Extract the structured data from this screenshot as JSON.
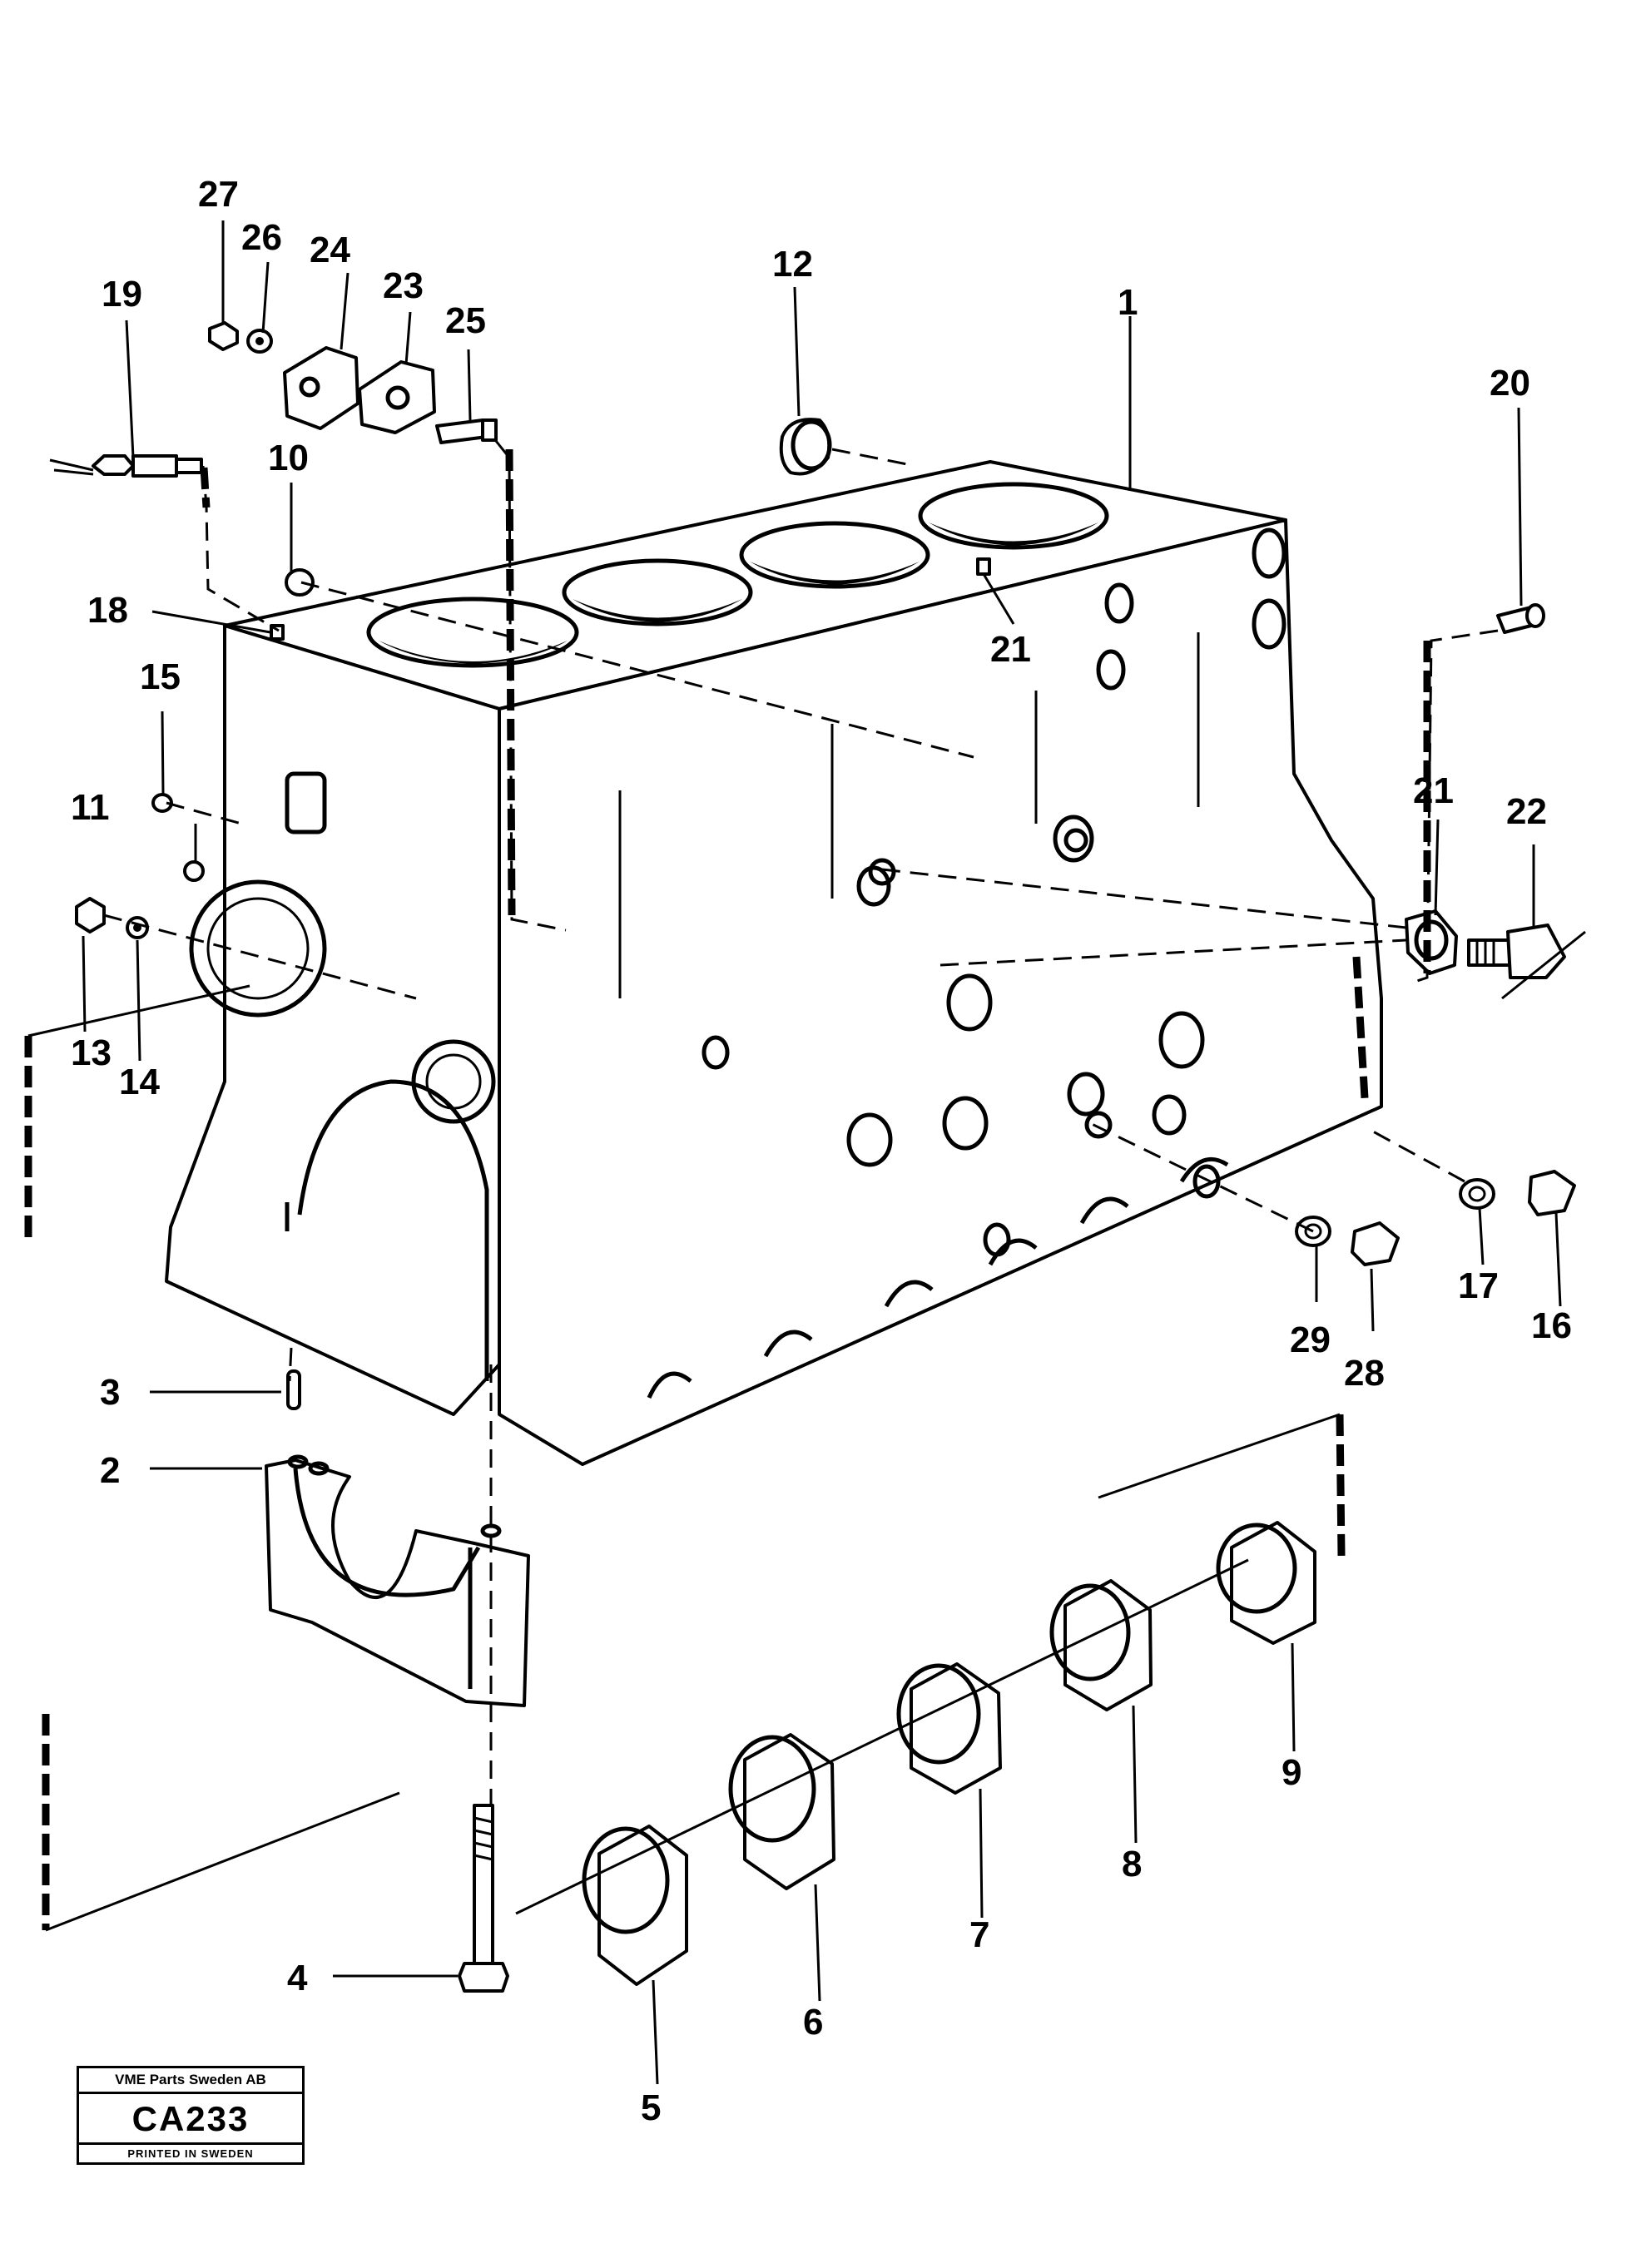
{
  "callouts": [
    {
      "label": "1"
    },
    {
      "label": "2"
    },
    {
      "label": "3"
    },
    {
      "label": "4"
    },
    {
      "label": "5"
    },
    {
      "label": "6"
    },
    {
      "label": "7"
    },
    {
      "label": "8"
    },
    {
      "label": "9"
    },
    {
      "label": "10"
    },
    {
      "label": "11"
    },
    {
      "label": "12"
    },
    {
      "label": "13"
    },
    {
      "label": "14"
    },
    {
      "label": "15"
    },
    {
      "label": "16"
    },
    {
      "label": "17"
    },
    {
      "label": "18"
    },
    {
      "label": "19"
    },
    {
      "label": "20"
    },
    {
      "label": "21"
    },
    {
      "label": "21"
    },
    {
      "label": "22"
    },
    {
      "label": "23"
    },
    {
      "label": "24"
    },
    {
      "label": "25"
    },
    {
      "label": "26"
    },
    {
      "label": "27"
    },
    {
      "label": "28"
    },
    {
      "label": "29"
    }
  ],
  "stamp": {
    "company": "VME Parts Sweden AB",
    "code": "CA233",
    "printed": "PRINTED IN SWEDEN"
  }
}
